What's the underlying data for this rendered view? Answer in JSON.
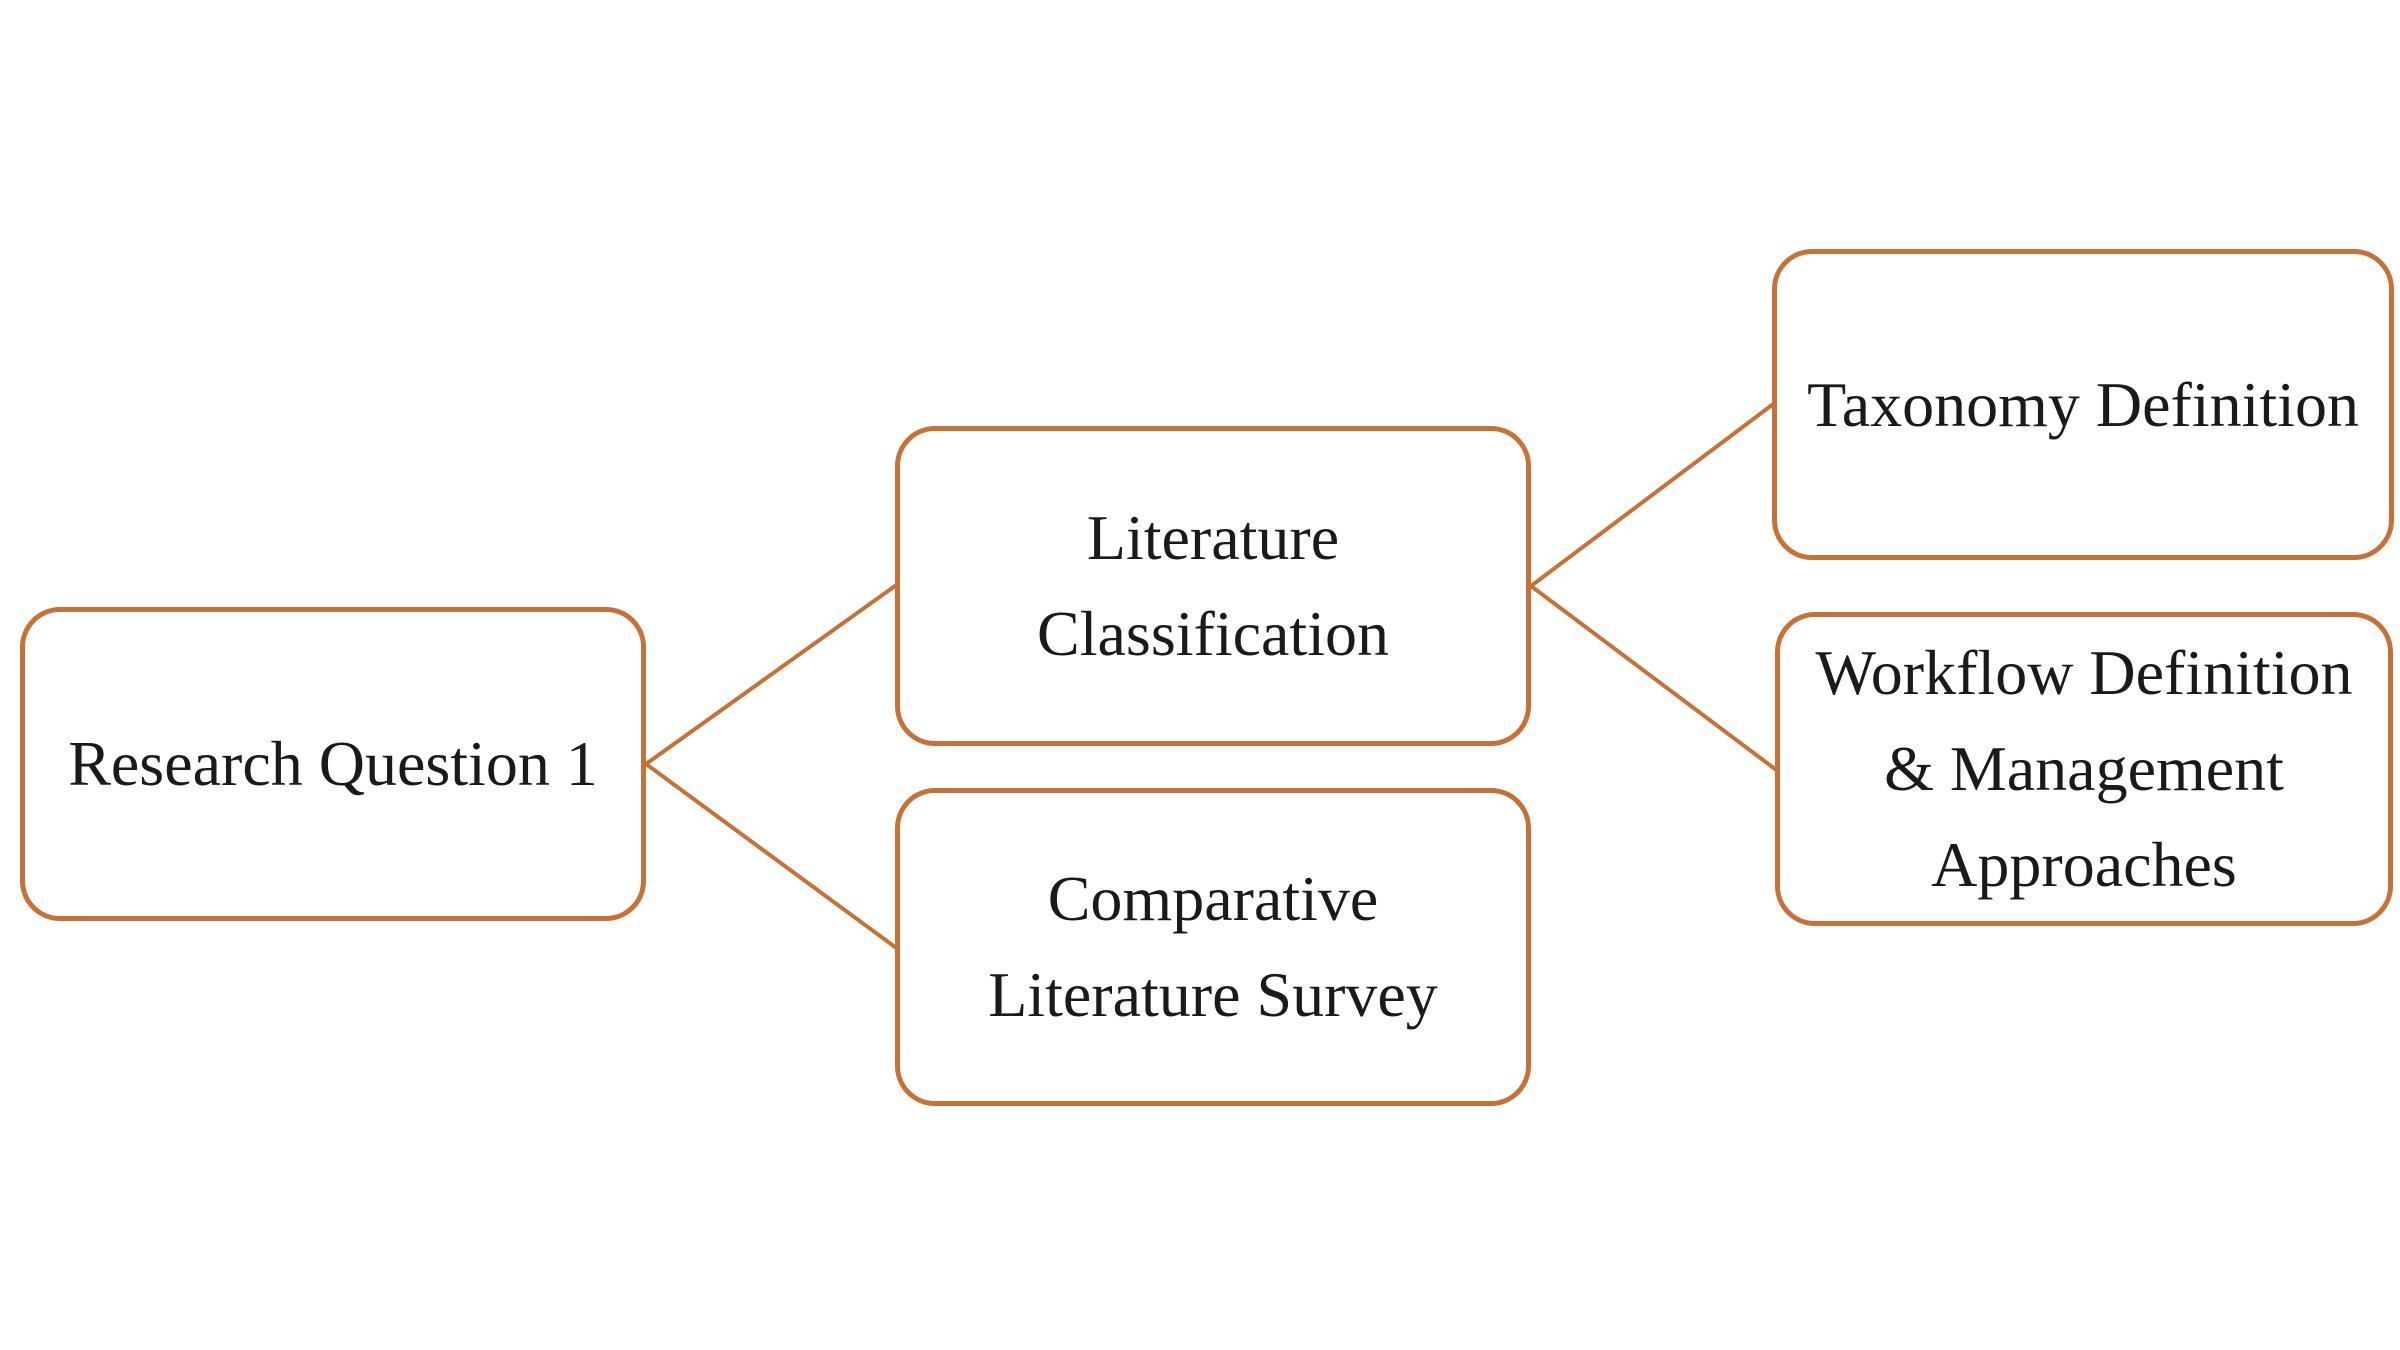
{
  "diagram": {
    "type": "flowchart",
    "background_color": "#FFFFFF",
    "accent_color": "#C87137",
    "text_color": "#1A1A1A",
    "nodes": {
      "research_question": {
        "label": "Research Question 1"
      },
      "literature_classification": {
        "label": "Literature\nClassification"
      },
      "comparative_survey": {
        "label": "Comparative\nLiterature Survey"
      },
      "taxonomy_definition": {
        "label": "Taxonomy Definition"
      },
      "workflow_definition": {
        "label": "Workflow Definition\n& Management\nApproaches"
      }
    },
    "edges": [
      {
        "from": "research_question",
        "to": "literature_classification"
      },
      {
        "from": "research_question",
        "to": "comparative_survey"
      },
      {
        "from": "literature_classification",
        "to": "taxonomy_definition"
      },
      {
        "from": "literature_classification",
        "to": "workflow_definition"
      }
    ]
  }
}
